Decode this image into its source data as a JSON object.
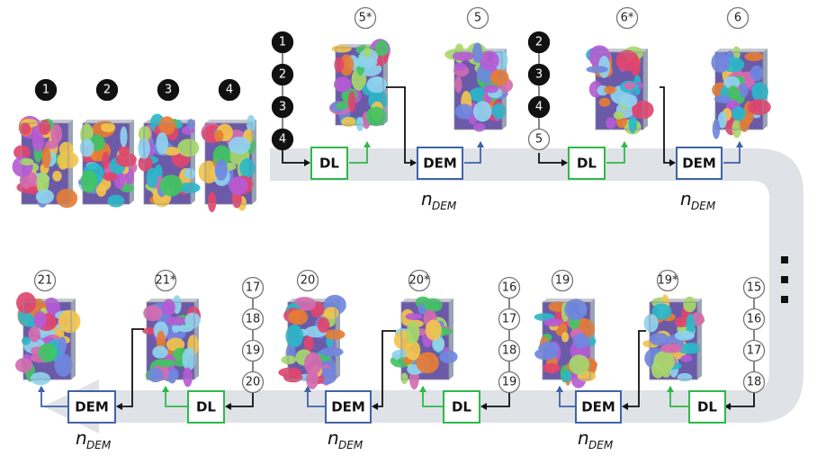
{
  "colors": {
    "dl": "#2fb84a",
    "dem": "#3f63a8",
    "flow": "#dfe2e6",
    "filled_circle": "#111111",
    "grain_palette": [
      "#e0456e",
      "#b65bd6",
      "#41c463",
      "#2ab7c9",
      "#f1c44e",
      "#6f87e0",
      "#e67d35",
      "#a7d86a",
      "#d56bb0",
      "#8fd3ee"
    ]
  },
  "legend": {
    "initial_ids": [
      "1",
      "2",
      "3",
      "4"
    ]
  },
  "labels": {
    "dl": "DL",
    "dem": "DEM",
    "n_dem": "n",
    "n_dem_sub": "DEM",
    "ellipsis": "⋮"
  },
  "top_row": {
    "dl1_inputs": [
      "1",
      "2",
      "3",
      "4"
    ],
    "out1_star": "5*",
    "out1": "5",
    "dl2_inputs": [
      "2",
      "3",
      "4",
      "5"
    ],
    "out2_star": "6*",
    "out2": "6"
  },
  "bottom_row": {
    "dl_right_inputs": [
      "15",
      "16",
      "17",
      "18"
    ],
    "out_right_star": "19*",
    "out_right": "19",
    "dl_mid_inputs": [
      "16",
      "17",
      "18",
      "19"
    ],
    "out_mid_star": "20*",
    "out_mid": "20",
    "dl_left_inputs": [
      "17",
      "18",
      "19",
      "20"
    ],
    "out_left_star": "21*",
    "out_left": "21"
  }
}
